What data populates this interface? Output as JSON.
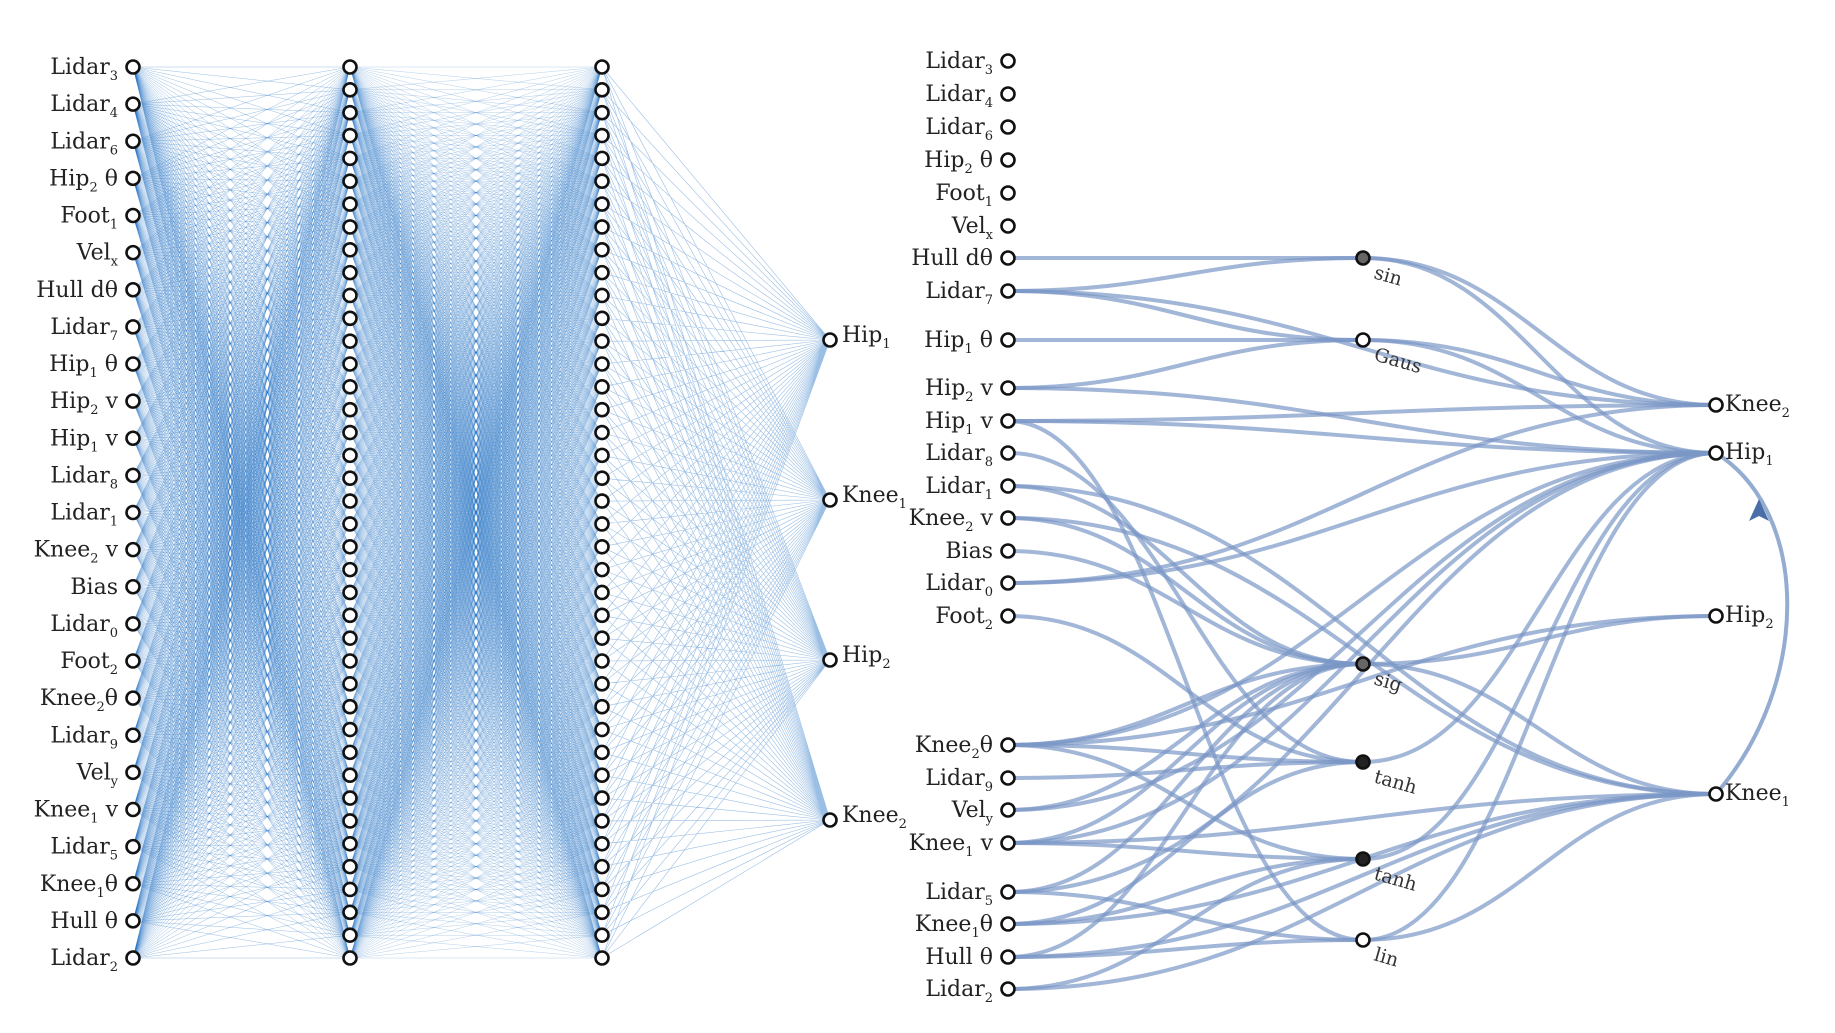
{
  "colors": {
    "dense_edge": "#1f6fc4",
    "sparse_edge": "#7b97c6",
    "node_stroke": "#111111",
    "text": "#222222"
  },
  "dense_net": {
    "inputs": [
      {
        "base": "Lidar",
        "sub": "3",
        "suffix": ""
      },
      {
        "base": "Lidar",
        "sub": "4",
        "suffix": ""
      },
      {
        "base": "Lidar",
        "sub": "6",
        "suffix": ""
      },
      {
        "base": "Hip",
        "sub": "2",
        "suffix": " θ"
      },
      {
        "base": "Foot",
        "sub": "1",
        "suffix": ""
      },
      {
        "base": "Vel",
        "sub": "x",
        "suffix": ""
      },
      {
        "base": "Hull dθ",
        "sub": "",
        "suffix": ""
      },
      {
        "base": "Lidar",
        "sub": "7",
        "suffix": ""
      },
      {
        "base": "Hip",
        "sub": "1",
        "suffix": " θ"
      },
      {
        "base": "Hip",
        "sub": "2",
        "suffix": " v"
      },
      {
        "base": "Hip",
        "sub": "1",
        "suffix": " v"
      },
      {
        "base": "Lidar",
        "sub": "8",
        "suffix": ""
      },
      {
        "base": "Lidar",
        "sub": "1",
        "suffix": ""
      },
      {
        "base": "Knee",
        "sub": "2",
        "suffix": " v"
      },
      {
        "base": "Bias",
        "sub": "",
        "suffix": ""
      },
      {
        "base": "Lidar",
        "sub": "0",
        "suffix": ""
      },
      {
        "base": "Foot",
        "sub": "2",
        "suffix": ""
      },
      {
        "base": "Knee",
        "sub": "2",
        "suffix": "θ"
      },
      {
        "base": "Lidar",
        "sub": "9",
        "suffix": ""
      },
      {
        "base": "Vel",
        "sub": "y",
        "suffix": ""
      },
      {
        "base": "Knee",
        "sub": "1",
        "suffix": " v"
      },
      {
        "base": "Lidar",
        "sub": "5",
        "suffix": ""
      },
      {
        "base": "Knee",
        "sub": "1",
        "suffix": "θ"
      },
      {
        "base": "Hull θ",
        "sub": "",
        "suffix": ""
      },
      {
        "base": "Lidar",
        "sub": "2",
        "suffix": ""
      }
    ],
    "hidden_layers": 2,
    "hidden_units_per_layer": 40,
    "outputs": [
      {
        "base": "Hip",
        "sub": "1",
        "suffix": ""
      },
      {
        "base": "Knee",
        "sub": "1",
        "suffix": ""
      },
      {
        "base": "Hip",
        "sub": "2",
        "suffix": ""
      },
      {
        "base": "Knee",
        "sub": "2",
        "suffix": ""
      }
    ]
  },
  "sparse_net": {
    "inputs": [
      {
        "id": "L3",
        "base": "Lidar",
        "sub": "3",
        "suffix": ""
      },
      {
        "id": "L4",
        "base": "Lidar",
        "sub": "4",
        "suffix": ""
      },
      {
        "id": "L6",
        "base": "Lidar",
        "sub": "6",
        "suffix": ""
      },
      {
        "id": "H2t",
        "base": "Hip",
        "sub": "2",
        "suffix": " θ"
      },
      {
        "id": "F1",
        "base": "Foot",
        "sub": "1",
        "suffix": ""
      },
      {
        "id": "Vx",
        "base": "Vel",
        "sub": "x",
        "suffix": ""
      },
      {
        "id": "Hd",
        "base": "Hull dθ",
        "sub": "",
        "suffix": ""
      },
      {
        "id": "L7",
        "base": "Lidar",
        "sub": "7",
        "suffix": ""
      },
      {
        "id": "H1t",
        "base": "Hip",
        "sub": "1",
        "suffix": " θ"
      },
      {
        "id": "H2v",
        "base": "Hip",
        "sub": "2",
        "suffix": " v"
      },
      {
        "id": "H1v",
        "base": "Hip",
        "sub": "1",
        "suffix": " v"
      },
      {
        "id": "L8",
        "base": "Lidar",
        "sub": "8",
        "suffix": ""
      },
      {
        "id": "L1",
        "base": "Lidar",
        "sub": "1",
        "suffix": ""
      },
      {
        "id": "K2v",
        "base": "Knee",
        "sub": "2",
        "suffix": " v"
      },
      {
        "id": "B",
        "base": "Bias",
        "sub": "",
        "suffix": ""
      },
      {
        "id": "L0",
        "base": "Lidar",
        "sub": "0",
        "suffix": ""
      },
      {
        "id": "F2",
        "base": "Foot",
        "sub": "2",
        "suffix": ""
      },
      {
        "id": "K2t",
        "base": "Knee",
        "sub": "2",
        "suffix": "θ"
      },
      {
        "id": "L9",
        "base": "Lidar",
        "sub": "9",
        "suffix": ""
      },
      {
        "id": "Vy",
        "base": "Vel",
        "sub": "y",
        "suffix": ""
      },
      {
        "id": "K1v",
        "base": "Knee",
        "sub": "1",
        "suffix": " v"
      },
      {
        "id": "L5",
        "base": "Lidar",
        "sub": "5",
        "suffix": ""
      },
      {
        "id": "K1t",
        "base": "Knee",
        "sub": "1",
        "suffix": "θ"
      },
      {
        "id": "Ht",
        "base": "Hull θ",
        "sub": "",
        "suffix": ""
      },
      {
        "id": "L2",
        "base": "Lidar",
        "sub": "2",
        "suffix": ""
      }
    ],
    "hidden": [
      {
        "id": "sin",
        "label": "sin",
        "fill": "gray"
      },
      {
        "id": "gaus",
        "label": "Gaus",
        "fill": "open"
      },
      {
        "id": "sig",
        "label": "sig",
        "fill": "gray"
      },
      {
        "id": "tanh1",
        "label": "tanh",
        "fill": "filled"
      },
      {
        "id": "tanh2",
        "label": "tanh",
        "fill": "filled"
      },
      {
        "id": "lin",
        "label": "lin",
        "fill": "open"
      }
    ],
    "outputs": [
      {
        "id": "K2",
        "base": "Knee",
        "sub": "2",
        "suffix": ""
      },
      {
        "id": "H1",
        "base": "Hip",
        "sub": "1",
        "suffix": ""
      },
      {
        "id": "H2",
        "base": "Hip",
        "sub": "2",
        "suffix": ""
      },
      {
        "id": "K1",
        "base": "Knee",
        "sub": "1",
        "suffix": ""
      }
    ],
    "edges": [
      [
        "Hd",
        "sin"
      ],
      [
        "L7",
        "sin"
      ],
      [
        "L7",
        "gaus"
      ],
      [
        "H1t",
        "gaus"
      ],
      [
        "H2v",
        "gaus"
      ],
      [
        "L1",
        "sig"
      ],
      [
        "K2v",
        "sig"
      ],
      [
        "B",
        "sig"
      ],
      [
        "H1v",
        "lin"
      ],
      [
        "L8",
        "tanh1"
      ],
      [
        "F2",
        "tanh1"
      ],
      [
        "K2t",
        "sig"
      ],
      [
        "K2t",
        "tanh1"
      ],
      [
        "K2t",
        "tanh2"
      ],
      [
        "L9",
        "tanh1"
      ],
      [
        "Vy",
        "sig"
      ],
      [
        "K1v",
        "sig"
      ],
      [
        "K1v",
        "tanh2"
      ],
      [
        "L5",
        "sig"
      ],
      [
        "L5",
        "lin"
      ],
      [
        "K1t",
        "tanh1"
      ],
      [
        "K1t",
        "tanh2"
      ],
      [
        "Ht",
        "lin"
      ],
      [
        "L2",
        "tanh2"
      ],
      [
        "Ht",
        "sig"
      ],
      [
        "sin",
        "K2"
      ],
      [
        "sin",
        "H1"
      ],
      [
        "gaus",
        "K2"
      ],
      [
        "gaus",
        "H1"
      ],
      [
        "sig",
        "K1"
      ],
      [
        "sig",
        "H2"
      ],
      [
        "tanh1",
        "H1"
      ],
      [
        "tanh2",
        "H1"
      ],
      [
        "lin",
        "H1"
      ],
      [
        "lin",
        "K1"
      ],
      [
        "L7",
        "K2"
      ],
      [
        "H1v",
        "H1"
      ],
      [
        "H1v",
        "K2"
      ],
      [
        "L1",
        "K1"
      ],
      [
        "L0",
        "H1"
      ],
      [
        "L0",
        "K2"
      ],
      [
        "K2t",
        "H1"
      ],
      [
        "K2t",
        "H2"
      ],
      [
        "K1v",
        "K1"
      ],
      [
        "K1v",
        "H1"
      ],
      [
        "L2",
        "K1"
      ],
      [
        "Ht",
        "K1"
      ],
      [
        "H2v",
        "H1"
      ],
      [
        "K2v",
        "K1"
      ],
      [
        "Vy",
        "H1"
      ],
      [
        "L5",
        "H1"
      ],
      [
        "K1t",
        "K1"
      ]
    ],
    "self_loop": [
      "K1",
      "H1"
    ]
  }
}
